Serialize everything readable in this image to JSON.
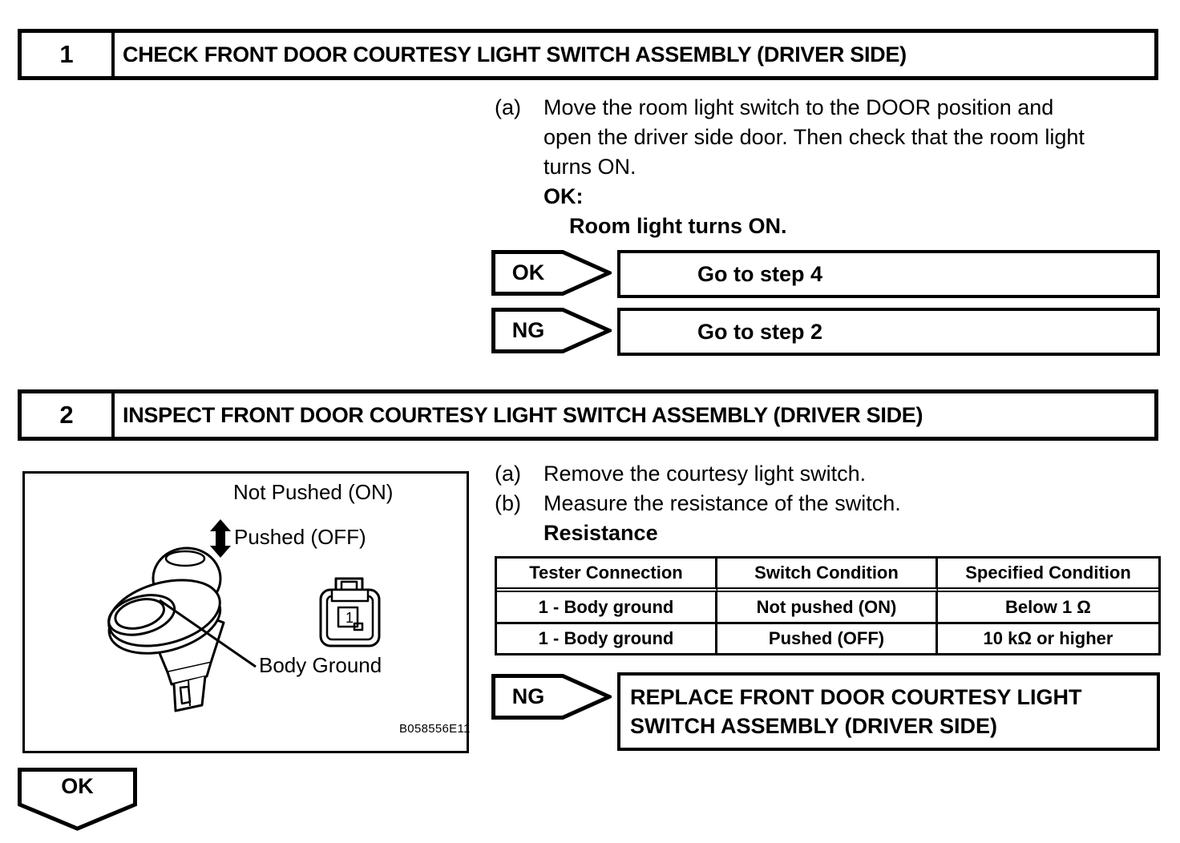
{
  "step1": {
    "number": "1",
    "title": "CHECK FRONT DOOR COURTESY LIGHT SWITCH ASSEMBLY (DRIVER SIDE)",
    "item_a": {
      "label": "(a)",
      "lines": [
        "Move the room light switch to the DOOR position and",
        "open the driver side door. Then check that the room light",
        "turns ON."
      ]
    },
    "ok_heading": "OK:",
    "ok_condition": "Room light turns ON.",
    "results": [
      {
        "tag": "OK",
        "action": "Go to step 4"
      },
      {
        "tag": "NG",
        "action": "Go to step 2"
      }
    ]
  },
  "step2": {
    "number": "2",
    "title": "INSPECT FRONT DOOR COURTESY LIGHT SWITCH ASSEMBLY (DRIVER SIDE)",
    "figure": {
      "label_not_pushed": "Not Pushed (ON)",
      "label_pushed": "Pushed (OFF)",
      "label_body_ground": "Body Ground",
      "connector_terminal": "1",
      "figure_code": "B058556E11"
    },
    "item_a": {
      "label": "(a)",
      "text": "Remove the courtesy light switch."
    },
    "item_b": {
      "label": "(b)",
      "text": "Measure the resistance of the switch."
    },
    "table_heading": "Resistance",
    "table": {
      "headers": [
        "Tester Connection",
        "Switch Condition",
        "Specified Condition"
      ],
      "rows": [
        [
          "1 - Body ground",
          "Not pushed (ON)",
          "Below 1 Ω"
        ],
        [
          "1 - Body ground",
          "Pushed (OFF)",
          "10 kΩ or higher"
        ]
      ]
    },
    "result": {
      "tag": "NG",
      "action_lines": [
        "REPLACE FRONT DOOR COURTESY LIGHT",
        "SWITCH ASSEMBLY (DRIVER SIDE)"
      ]
    }
  },
  "footer": {
    "ok_tag": "OK"
  },
  "colors": {
    "ink": "#000000",
    "paper": "#ffffff"
  }
}
